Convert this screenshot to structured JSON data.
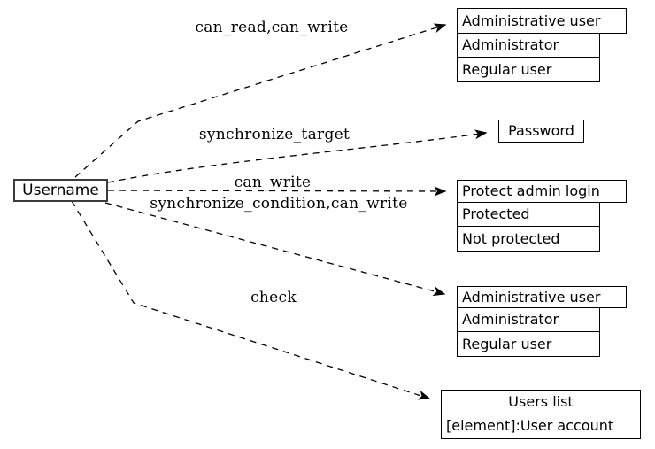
{
  "diagram": {
    "source": {
      "label": "Username"
    },
    "nodes": {
      "admin_user_top": {
        "title": "Administrative user",
        "rows": [
          "Administrator",
          "Regular user"
        ]
      },
      "password": {
        "title": "Password",
        "rows": []
      },
      "protect_admin_login": {
        "title": "Protect admin login",
        "rows": [
          "Protected",
          "Not protected"
        ]
      },
      "admin_user_bottom": {
        "title": "Administrative user",
        "rows": [
          "Administrator",
          "Regular user"
        ]
      },
      "users_list": {
        "title": "Users list",
        "rows": [
          "[element]:User account"
        ]
      }
    },
    "edge_labels": {
      "to_admin_user_top": "can_read,can_write",
      "to_password": "synchronize_target",
      "to_protect_admin_login": "can_write",
      "to_admin_user_bottom": "synchronize_condition,can_write",
      "to_users_list": "check"
    },
    "colors": {
      "background": "#ffffff",
      "node_fill": "#ffffff",
      "node_border": "#000000",
      "edge": "#000000",
      "text": "#000000"
    }
  }
}
